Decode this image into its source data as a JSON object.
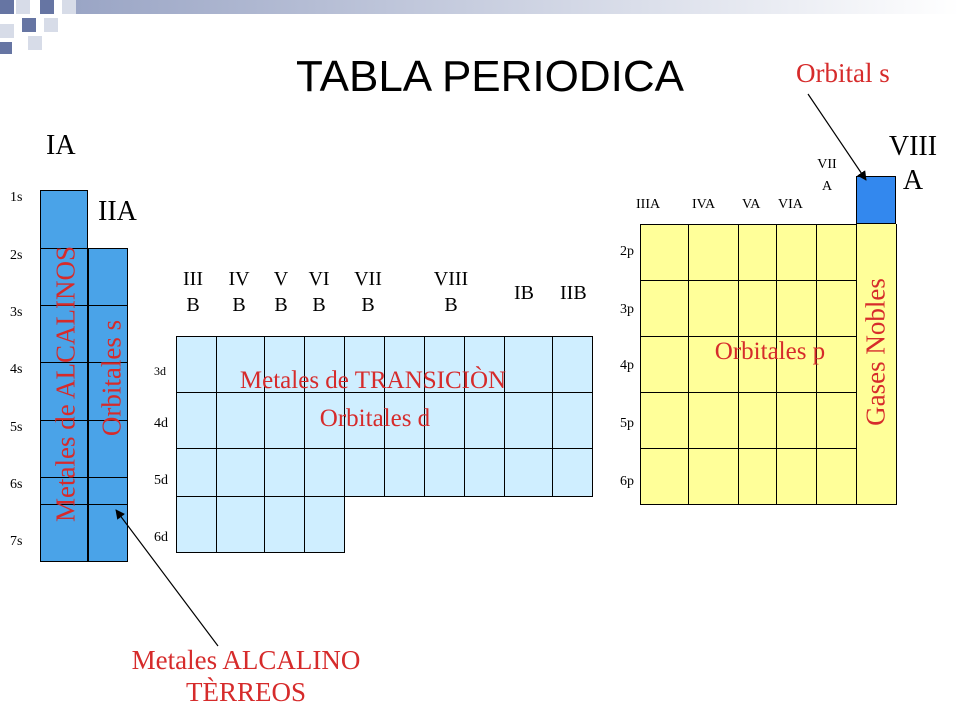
{
  "title": "TABLA PERIODICA",
  "groups": {
    "ia": "IA",
    "iia": "IIA",
    "viiia": "VIII A",
    "viia": "VII A",
    "iiia": "IIIA",
    "iva": "IVA",
    "va": "VA",
    "via": "VIA",
    "iiib": "III B",
    "ivb": "IV B",
    "vb": "V B",
    "vib": "VI B",
    "viib": "VII B",
    "viiib": "VIII B",
    "ib": "IB",
    "iib": "IIB"
  },
  "s_periods": [
    "1s",
    "2s",
    "3s",
    "4s",
    "5s",
    "6s",
    "7s"
  ],
  "d_periods": [
    "3d",
    "4d",
    "5d",
    "6d"
  ],
  "p_periods": [
    "2p",
    "3p",
    "4p",
    "5p",
    "6p"
  ],
  "labels": {
    "alcalinos": "Metales de ALCALINOS",
    "orbitales_s": "Orbitales s",
    "transicion": "Metales de TRANSICIÒN",
    "orbitales_d": "Orbitales d",
    "orbitales_p": "Orbitales p",
    "gases_nobles": "Gases Nobles",
    "orbital_s": "Orbital s",
    "alcalinoterreos_1": "Metales ALCALINO",
    "alcalinoterreos_2": "TÈRREOS"
  },
  "colors": {
    "s_block": "#4aa3e8",
    "d_block": "#cfeeff",
    "p_block": "#ffff99",
    "he_cell": "#3388ee",
    "label_red": "#d62b2b",
    "deco_light": "#d7dce8",
    "deco_dark": "#6675a3"
  }
}
